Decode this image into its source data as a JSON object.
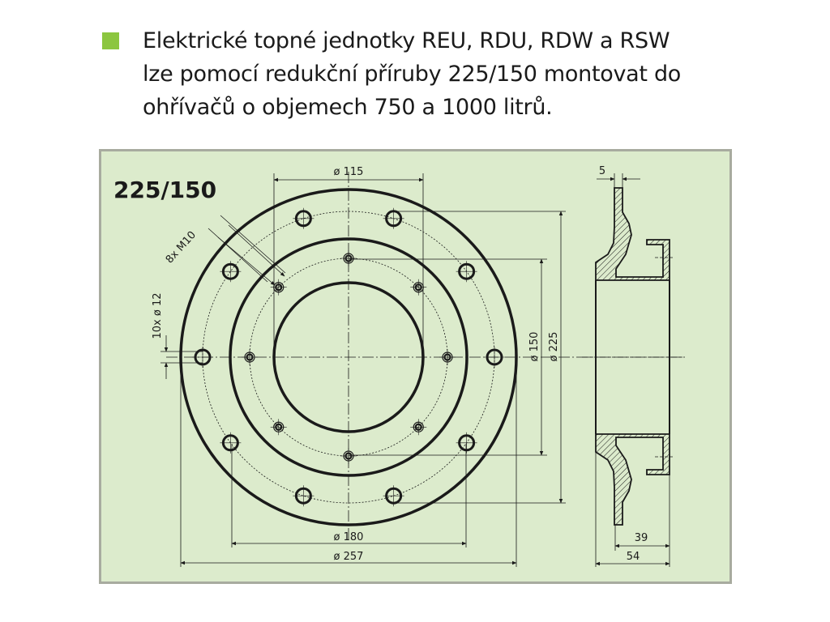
{
  "colors": {
    "accent": "#8cc63f",
    "panel_background": "#dcebcc",
    "panel_border": "#a8ab9f",
    "ink": "#1a1a1a"
  },
  "intro": {
    "lines": [
      "Elektrické topné jednotky REU, RDU, RDW a RSW",
      "lze pomocí redukční příruby 225/150 montovat do",
      "ohřívačů o objemech 750 a 1000 litrů."
    ]
  },
  "drawing": {
    "title": "225/150",
    "front_view": {
      "dim_115": "ø 115",
      "dim_180": "ø 180",
      "dim_257": "ø 257",
      "dim_150": "ø 150",
      "dim_225": "ø 225",
      "label_threads": "8x M10",
      "label_holes": "10x ø 12",
      "outer_holes_count": 10,
      "inner_threads_count": 8
    },
    "side_view": {
      "dim_5": "5",
      "dim_39": "39",
      "dim_54": "54"
    }
  }
}
